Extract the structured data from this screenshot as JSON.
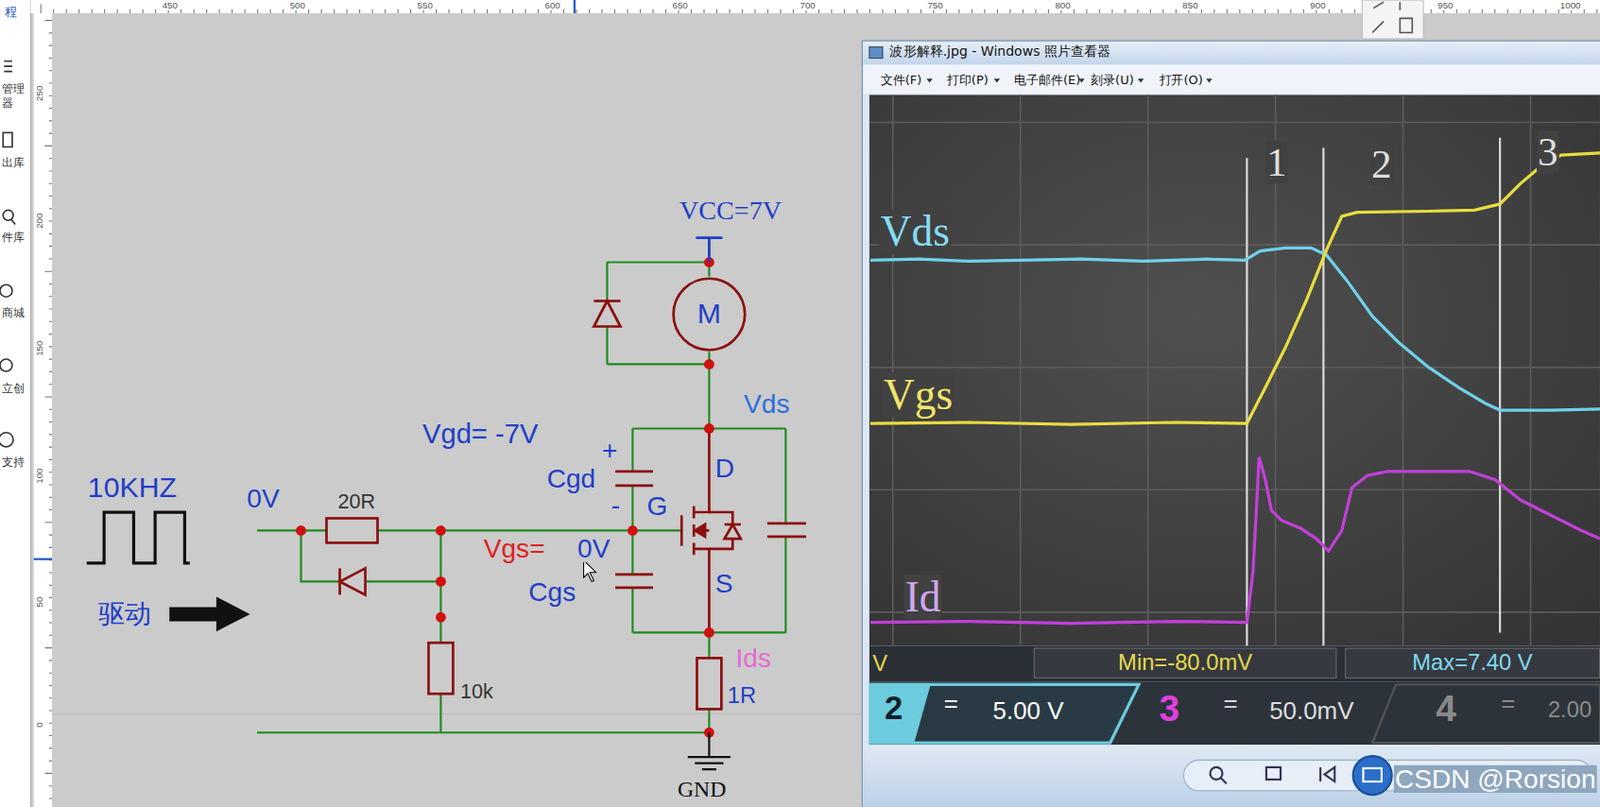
{
  "diagram": {
    "nodes": [
      {
        "text": [
          "M"
        ]
      },
      {
        "text": [
          "Min=-80.0mV"
        ]
      },
      {
        "text": [
          "Max=7.40 V"
        ]
      }
    ],
    "labels": [
      "程",
      "管理",
      "器",
      "出库",
      "件库",
      "商城",
      "立创",
      "支持",
      "450",
      "500",
      "550",
      "600",
      "650",
      "700",
      "750",
      "800",
      "850",
      "900",
      "950",
      "1000",
      "250",
      "200",
      "150",
      "100",
      "50",
      "0",
      "VCC=7V",
      "Vds",
      "Vgd= -7V",
      "+",
      "Cgd",
      "D",
      "-",
      "G",
      "10KHZ",
      "0V",
      "20R",
      "Vgs=",
      "0V",
      "S",
      "Cgs",
      "驱动",
      "Ids",
      "10k",
      "1R",
      "GND",
      "波形解释.jpg - Windows 照片查看器",
      "文件(F)",
      "打印(P)",
      "电子邮件(E)",
      "刻录(U)",
      "打开(O)",
      "1",
      "2",
      "3",
      "Vds",
      "Vgs",
      "Id",
      "V",
      "2",
      "=",
      "5.00 V",
      "3",
      "=",
      "50.0mV",
      "4",
      "=",
      "2.00",
      "CSDN @Rorsion"
    ]
  }
}
